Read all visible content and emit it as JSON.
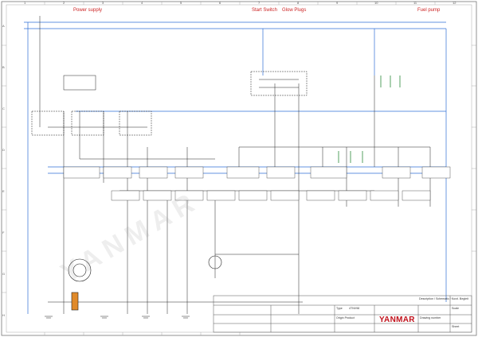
{
  "sections": {
    "power_supply": "Power supply",
    "start_switch": "Start Switch",
    "glow_plugs": "Glow Plugs",
    "fuel_pump": "Fuel pump"
  },
  "grid": {
    "columns": [
      "1",
      "2",
      "3",
      "4",
      "5",
      "6",
      "7",
      "8",
      "9",
      "10",
      "11",
      "12"
    ],
    "rows": [
      "A",
      "B",
      "C",
      "D",
      "E",
      "F",
      "G",
      "H"
    ]
  },
  "watermark": {
    "text": "YANMAR"
  },
  "title_block": {
    "brand": "YANMAR",
    "description": "Description / Schematic / Kurzl. Begleit",
    "drawing_no": "Drawing number",
    "type_label": "Type",
    "type_value": "4TNV98",
    "scale_label": "Scale",
    "sheet_label": "Sheet",
    "origin_label": "Origin Product"
  },
  "colors": {
    "wire": "#2f6fd6",
    "line": "#222222",
    "note": "#cc2222",
    "grid": "#8a8a8a"
  }
}
